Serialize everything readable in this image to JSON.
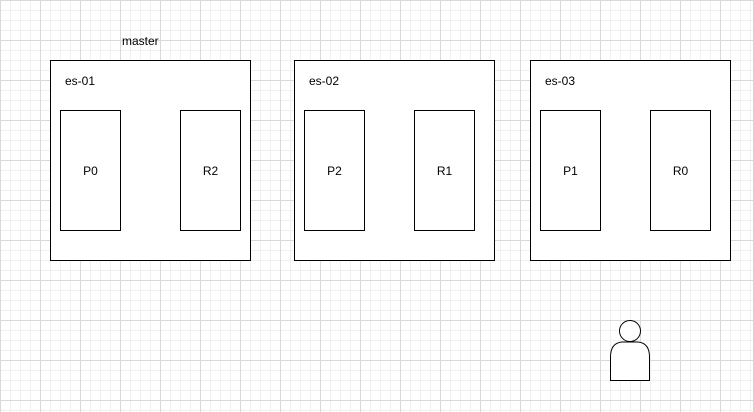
{
  "master_label": "master",
  "nodes": [
    {
      "name": "es-01",
      "shards": [
        "P0",
        "R2"
      ]
    },
    {
      "name": "es-02",
      "shards": [
        "P2",
        "R1"
      ]
    },
    {
      "name": "es-03",
      "shards": [
        "P1",
        "R0"
      ]
    }
  ],
  "icons": {
    "user": "user-icon"
  }
}
